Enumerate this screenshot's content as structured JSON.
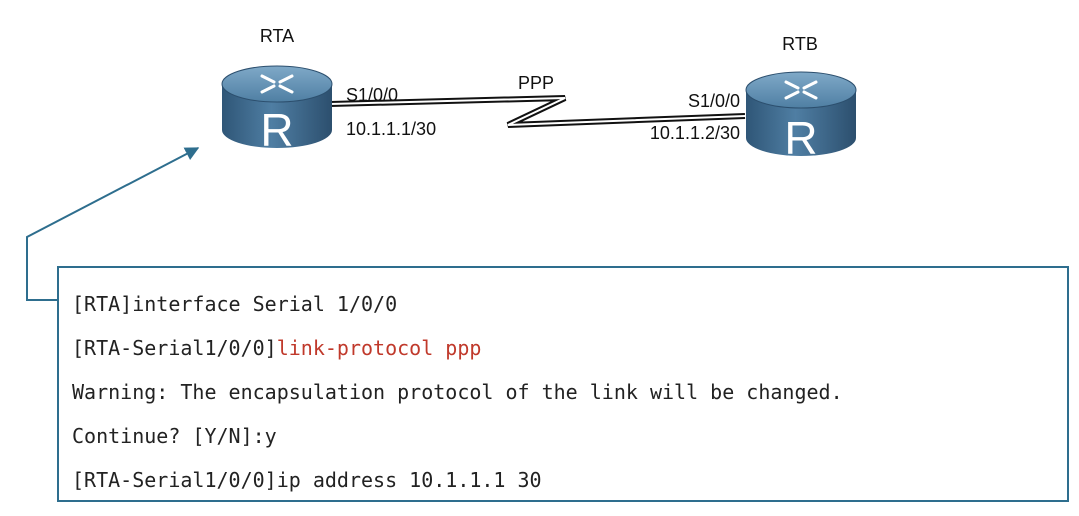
{
  "routers": {
    "rta": {
      "name": "RTA",
      "glyph": "R"
    },
    "rtb": {
      "name": "RTB",
      "glyph": "R"
    }
  },
  "link": {
    "protocol": "PPP",
    "rta_interface": "S1/0/0",
    "rta_ip": "10.1.1.1/30",
    "rtb_interface": "S1/0/0",
    "rtb_ip": "10.1.1.2/30"
  },
  "cli": {
    "line1": "[RTA]interface Serial 1/0/0",
    "line2_prompt": "[RTA-Serial1/0/0]",
    "line2_command": "link-protocol ppp",
    "line3": "Warning: The encapsulation protocol of the link will be changed.",
    "line4": "Continue? [Y/N]:y",
    "line5": "[RTA-Serial1/0/0]ip address 10.1.1.1 30"
  },
  "colors": {
    "router_body": "#3f6a8c",
    "router_top": "#5e8fb2",
    "connector": "#2e6e8e",
    "command_highlight": "#c0392b"
  }
}
